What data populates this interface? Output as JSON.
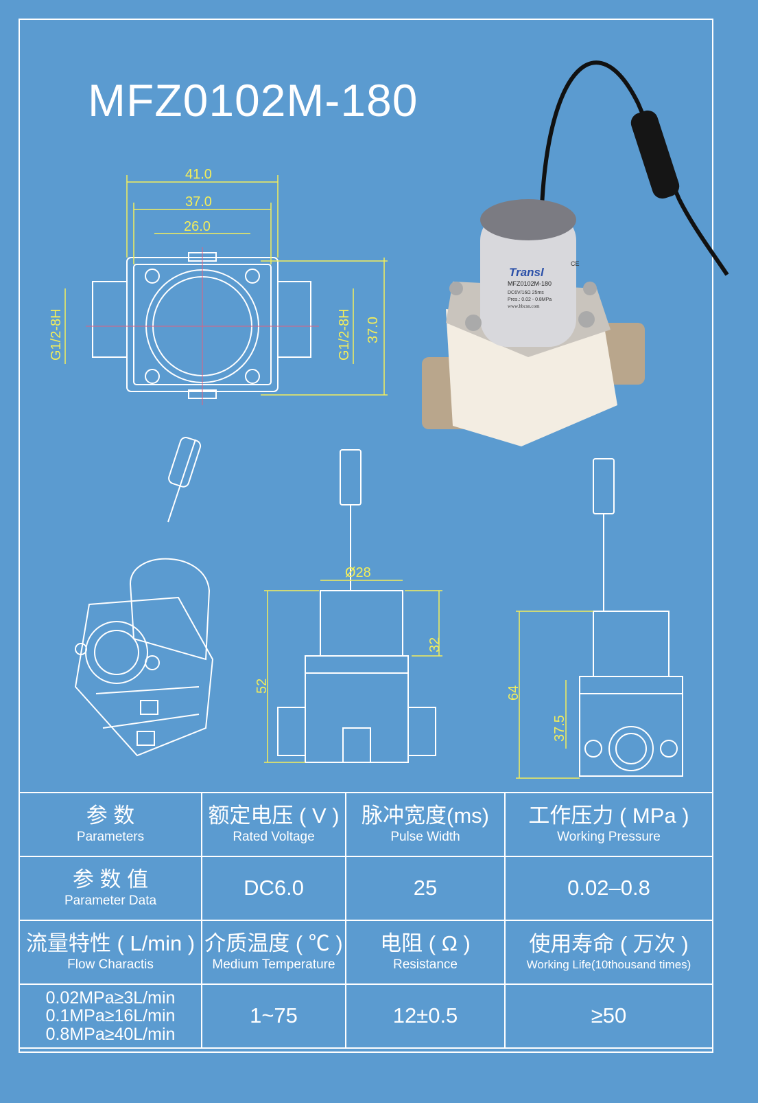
{
  "title": "MFZ0102M-180",
  "dimensions": {
    "top_width_outer": "41.0",
    "top_width_mid": "37.0",
    "top_width_inner": "26.0",
    "thread_left": "G1/2-8H",
    "thread_right": "G1/2-8H",
    "top_height": "37.0",
    "front_diameter": "Ø28",
    "front_coil_height": "32",
    "front_total_height": "52",
    "side_total_height": "64",
    "side_center_height": "37.5"
  },
  "product_label": {
    "brand": "Transl",
    "model": "MFZ0102M-180",
    "spec": "DC6V/16Ω 25ms",
    "pressure": "Pres.: 0.02 - 0.8MPa",
    "website": "www.hbcsn.com",
    "mark": "CE"
  },
  "table": {
    "rows": [
      [
        {
          "zh": "参 数",
          "en": "Parameters"
        },
        {
          "zh": "额定电压 ( V )",
          "en": "Rated  Voltage"
        },
        {
          "zh": "脉冲宽度(ms)",
          "en": "Pulse  Width"
        },
        {
          "zh": "工作压力 ( MPa )",
          "en": "Working Pressure"
        }
      ],
      [
        {
          "zh": "参 数 值",
          "en": "Parameter Data"
        },
        {
          "value": "DC6.0"
        },
        {
          "value": "25"
        },
        {
          "value": "0.02–0.8"
        }
      ],
      [
        {
          "zh": "流量特性 ( L/min )",
          "en": "Flow Charactis"
        },
        {
          "zh": "介质温度 ( ℃ )",
          "en": "Medium  Temperature"
        },
        {
          "zh": "电阻 ( Ω )",
          "en": "Resistance"
        },
        {
          "zh": "使用寿命 ( 万次 )",
          "en": "Working  Life(10thousand  times)"
        }
      ]
    ],
    "flow_values": [
      "0.02MPa≥3L/min",
      "0.1MPa≥16L/min",
      "0.8MPa≥40L/min"
    ],
    "temperature": "1~75",
    "resistance": "12±0.5",
    "life": "≥50"
  }
}
